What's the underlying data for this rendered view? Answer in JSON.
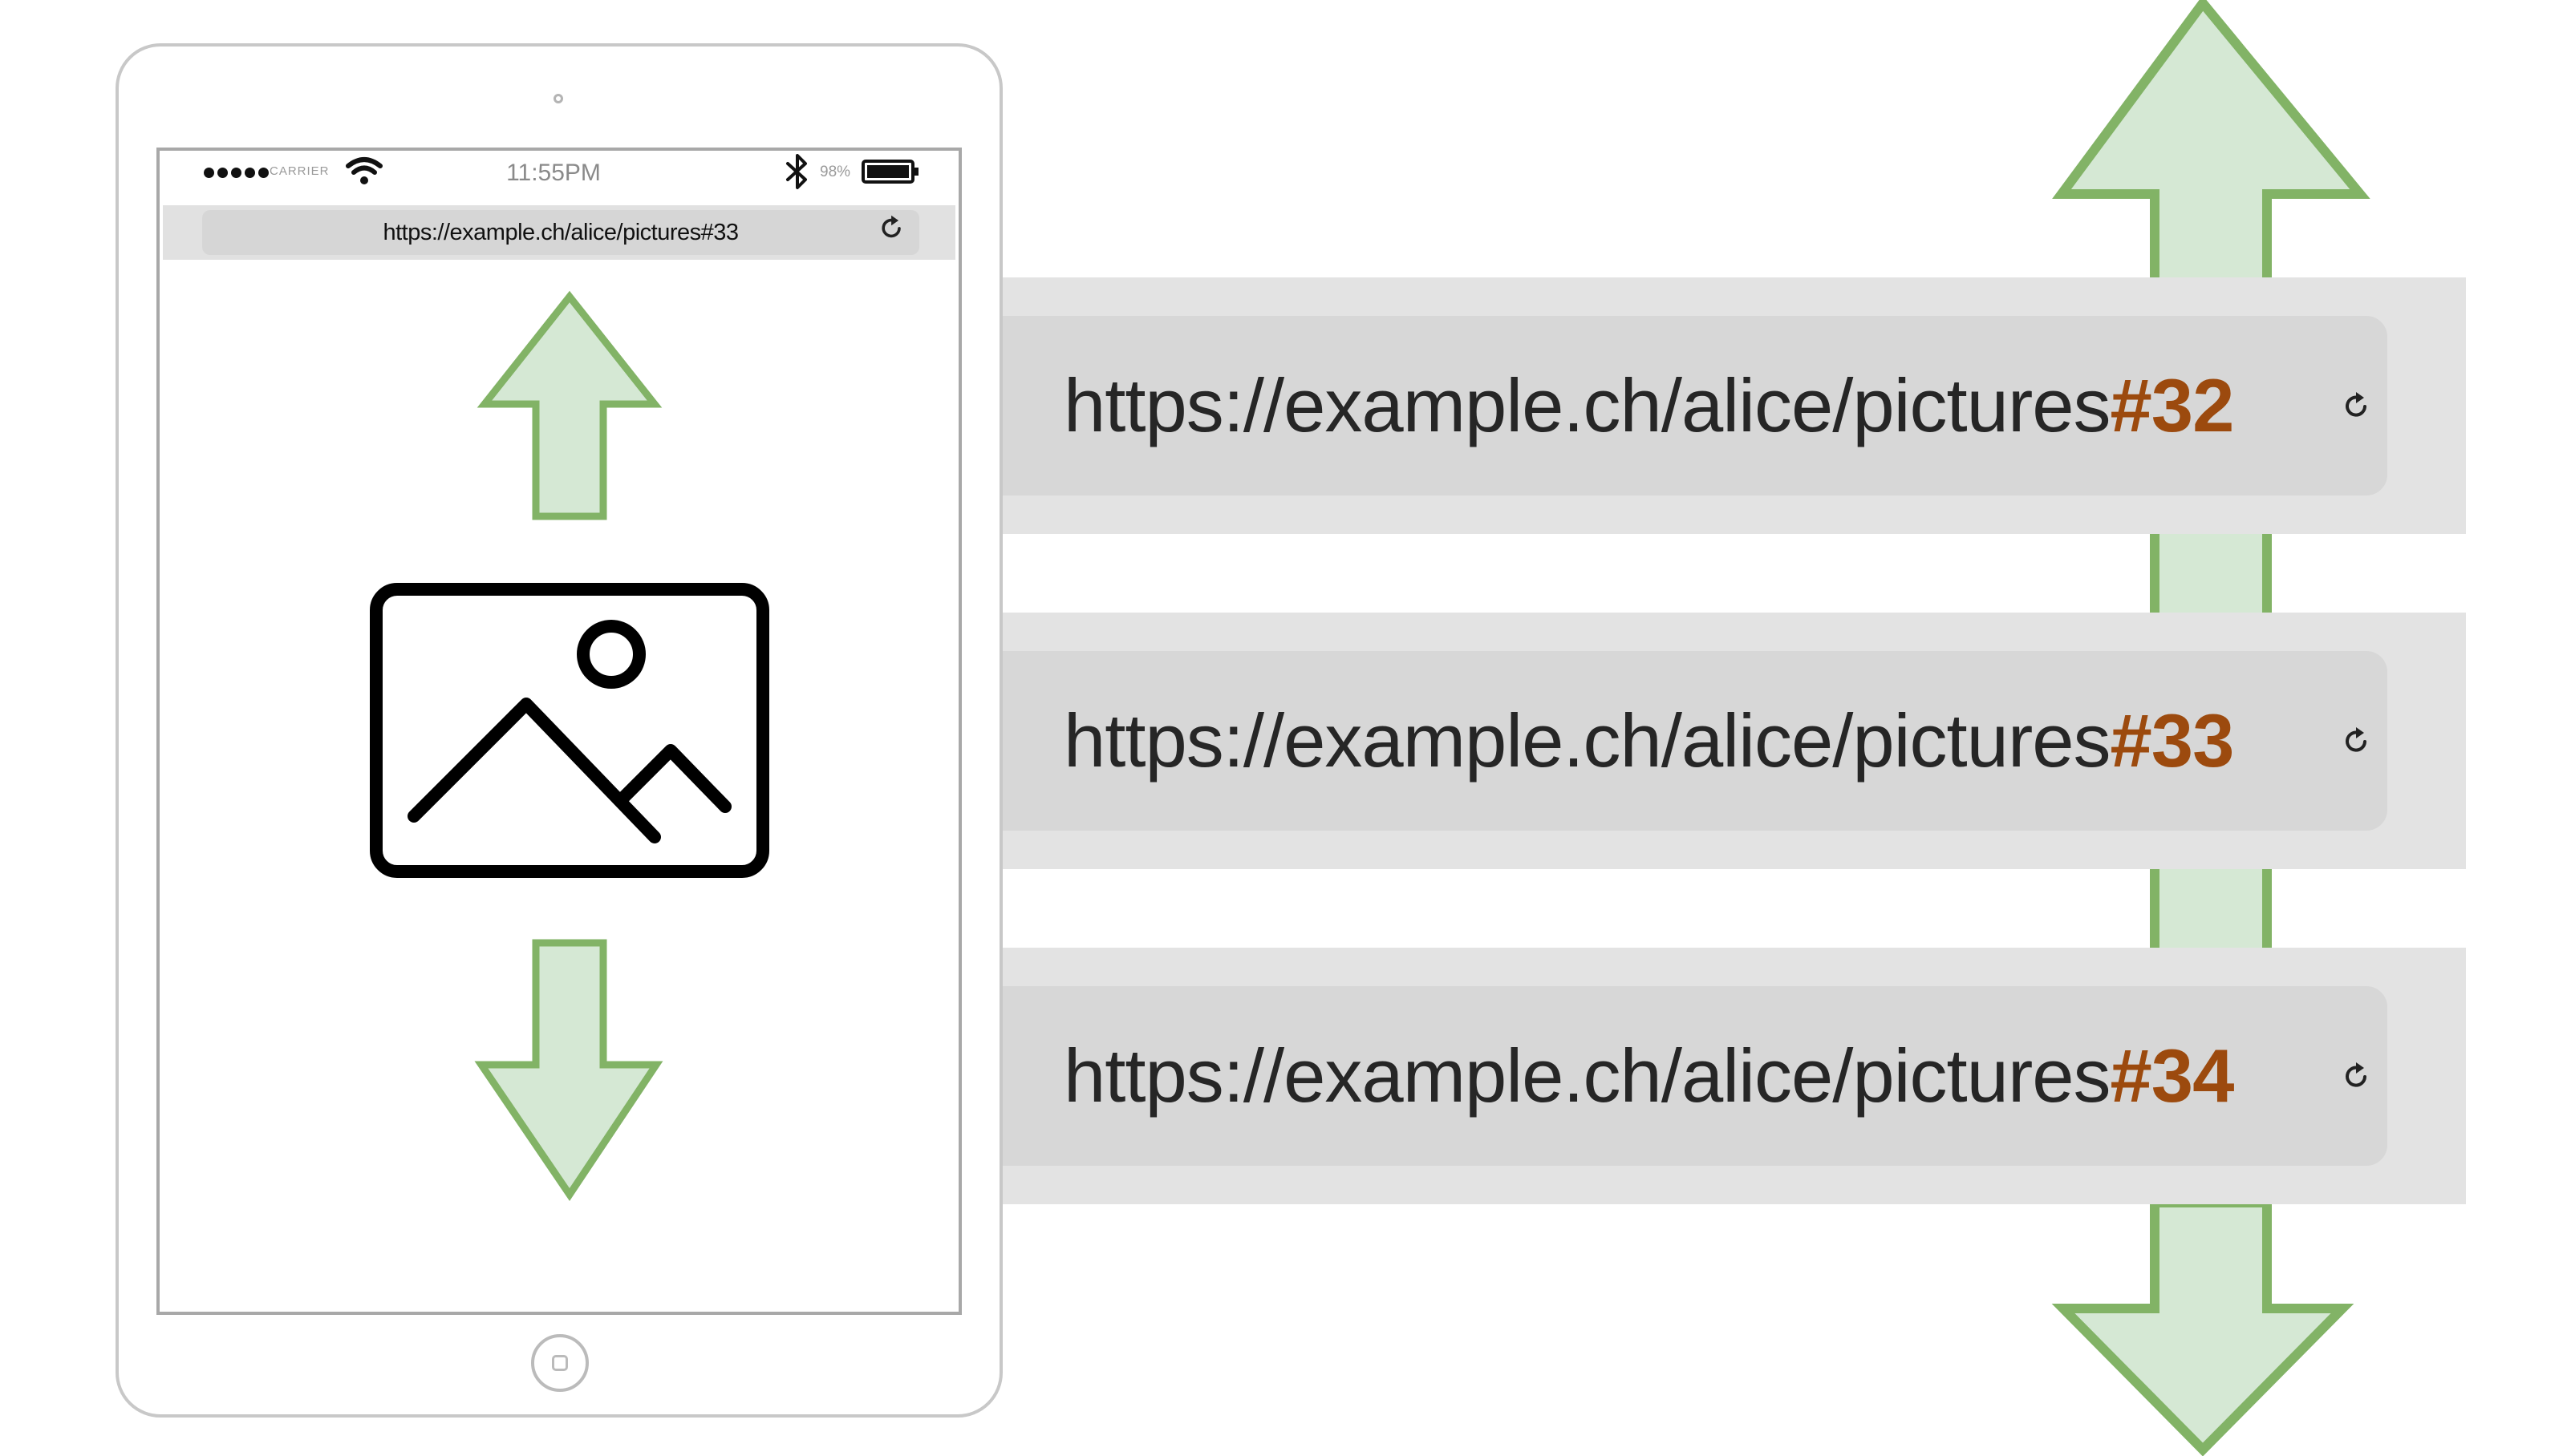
{
  "tablet": {
    "status_bar": {
      "signal_dot_count": 5,
      "carrier": "CARRIER",
      "time": "11:55PM",
      "battery": "98%"
    },
    "address_bar": {
      "url": "https://example.ch/alice/pictures#33"
    },
    "content_icon": "image-placeholder-icon",
    "gesture_hints": [
      "swipe-up-arrow",
      "swipe-down-arrow"
    ]
  },
  "address_stack": {
    "items": [
      {
        "base": "https://example.ch/alice/pictures",
        "fragment": "#32"
      },
      {
        "base": "https://example.ch/alice/pictures",
        "fragment": "#33"
      },
      {
        "base": "https://example.ch/alice/pictures",
        "fragment": "#34"
      }
    ],
    "scroll_direction_icon": "double-headed-vertical-arrow"
  },
  "colors": {
    "arrow_fill": "#d5e8d4",
    "arrow_stroke": "#82b366",
    "fragment_text": "#9c4a0e",
    "band_background": "#e3e3e3",
    "pill_background": "#d7d7d7"
  }
}
